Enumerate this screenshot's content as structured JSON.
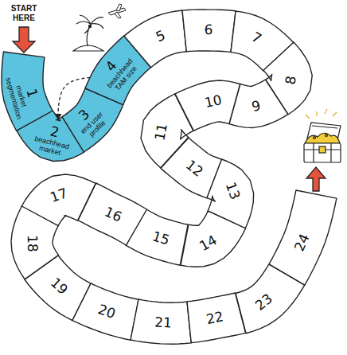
{
  "diagram": {
    "nodes": [
      {
        "text": [
          "1",
          "market segmentation"
        ]
      },
      {
        "text": [
          "2",
          "beachhead market"
        ]
      },
      {
        "text": [
          "3",
          "end user profile"
        ]
      },
      {
        "text": [
          "4",
          "beachhead TAM size"
        ]
      },
      {
        "text": [
          "5"
        ]
      },
      {
        "text": [
          "6"
        ]
      },
      {
        "text": [
          "7"
        ]
      },
      {
        "text": [
          "8"
        ]
      },
      {
        "text": [
          "9"
        ]
      },
      {
        "text": [
          "10"
        ]
      },
      {
        "text": [
          "11"
        ]
      },
      {
        "text": [
          "12"
        ]
      },
      {
        "text": [
          "13"
        ]
      },
      {
        "text": [
          "14"
        ]
      },
      {
        "text": [
          "15"
        ]
      },
      {
        "text": [
          "16"
        ]
      },
      {
        "text": [
          "17"
        ]
      },
      {
        "text": [
          "18"
        ]
      },
      {
        "text": [
          "19"
        ]
      },
      {
        "text": [
          "20"
        ]
      },
      {
        "text": [
          "21"
        ]
      },
      {
        "text": [
          "22"
        ]
      },
      {
        "text": [
          "23"
        ]
      },
      {
        "text": [
          "24"
        ]
      }
    ],
    "edges": [
      {
        "from": 3,
        "to": 1,
        "arrow": "to"
      }
    ],
    "labels": [
      "START HERE"
    ]
  }
}
